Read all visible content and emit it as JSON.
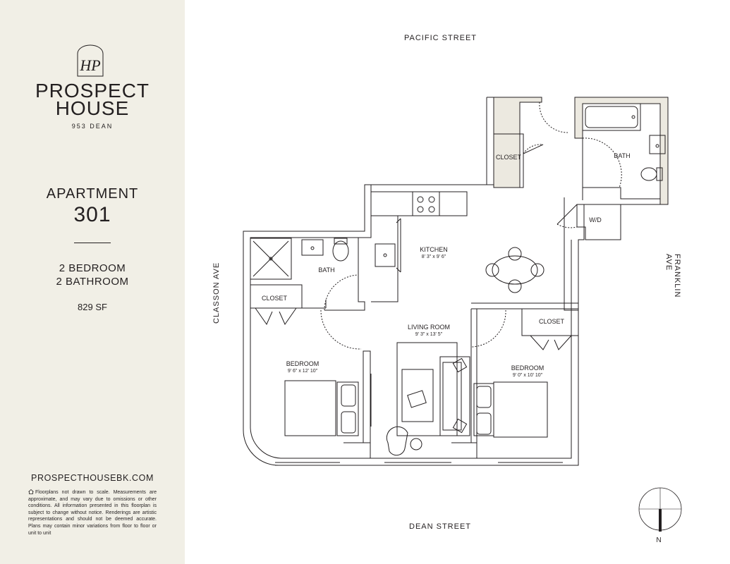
{
  "brand": {
    "monogram": "HP",
    "name_line1": "PROSPECT",
    "name_line2": "HOUSE",
    "address": "953 DEAN"
  },
  "apartment": {
    "label": "APARTMENT",
    "number": "301",
    "bedrooms": "2 BEDROOM",
    "bathrooms": "2 BATHROOM",
    "area": "829 SF"
  },
  "website": "PROSPECTHOUSEBK.COM",
  "disclaimer": "Floorplans not drawn to scale. Measurements are approximate, and may vary due to omissions or other conditions. All information presented in this floorplan is subject to change without notice. Renderings are artistic representations and should not be deemed accurate. Plans may contain minor variations from floor to floor or unit to unit",
  "streets": {
    "north": "PACIFIC STREET",
    "south": "DEAN STREET",
    "west": "CLASSON AVE",
    "east": "FRANKLIN AVE"
  },
  "rooms": {
    "closet_top": "CLOSET",
    "bath_top": "BATH",
    "wd": "W/D",
    "kitchen": "KITCHEN",
    "kitchen_dims": "8' 3\" x 9' 6\"",
    "bath_left": "BATH",
    "closet_left": "CLOSET",
    "living": "LIVING ROOM",
    "living_dims": "9' 3\" x 13' 5\"",
    "closet_right": "CLOSET",
    "bedroom_left": "BEDROOM",
    "bedroom_left_dims": "9' 6\" x 12' 10\"",
    "bedroom_right": "BEDROOM",
    "bedroom_right_dims": "9' 0\" x 10' 10\""
  },
  "compass": {
    "label": "N"
  },
  "colors": {
    "sidebar": "#f1efe6",
    "ink": "#231f20",
    "wall_fill": "#ece9e0"
  }
}
